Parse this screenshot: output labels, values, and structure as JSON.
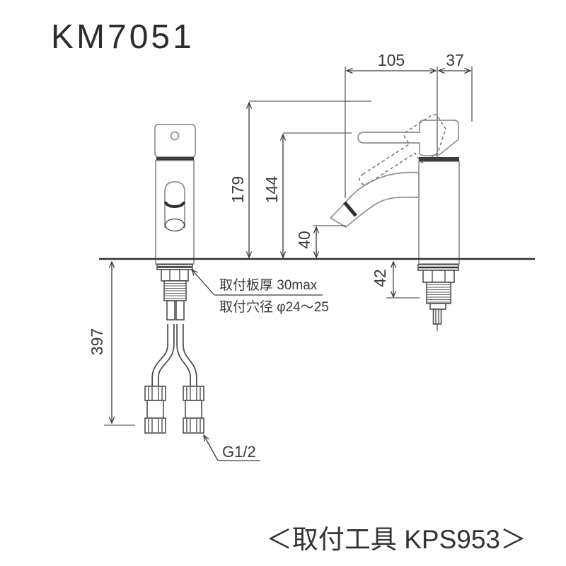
{
  "title": "KM7051",
  "footer": "＜取付工具 KPS953＞",
  "dimensions": {
    "reach": "105",
    "depth": "37",
    "height_total": "179",
    "height_lever": "144",
    "spout_height": "40",
    "under_counter": "42",
    "hose_length": "397"
  },
  "annotations": {
    "plate_thickness": "取付板厚 30max",
    "hole_diameter": "取付穴径 φ24〜25",
    "thread_size": "G1/2"
  },
  "colors": {
    "line_dark": "#3a3a3a",
    "line_light": "#8f8f8f",
    "background": "#ffffff"
  }
}
